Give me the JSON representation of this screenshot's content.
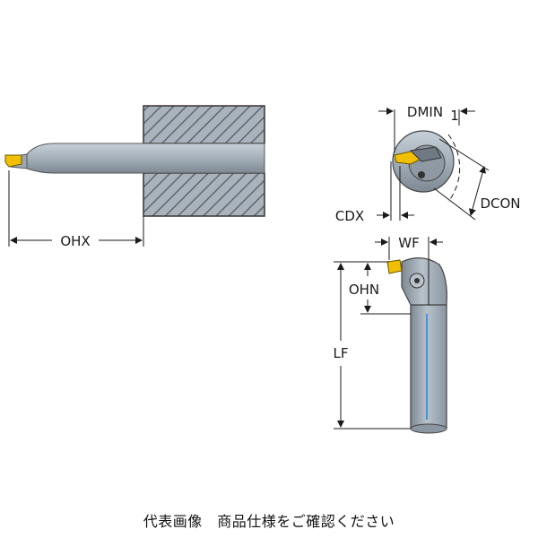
{
  "labels": {
    "ohx": "OHX",
    "dmin": "DMIN",
    "dmin_sub": "1",
    "cdx": "CDX",
    "dcon": "DCON",
    "wf": "WF",
    "ohn": "OHN",
    "lf": "LF"
  },
  "caption": "代表画像　商品仕様をご確認ください",
  "colors": {
    "tool_body": "#9aa6b2",
    "insert": "#f0c000",
    "workpiece_hatch": "#7f8b96",
    "coolant": "#4a90d9",
    "dimension_line": "#1a1a1a"
  }
}
